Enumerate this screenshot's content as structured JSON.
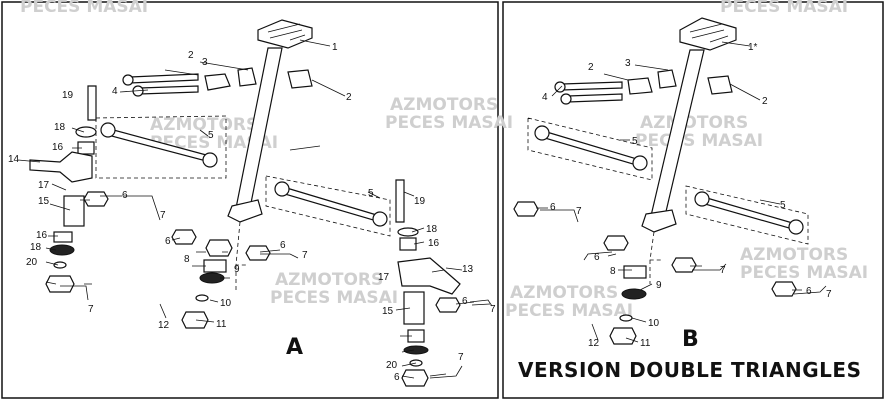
{
  "panels": {
    "a": {
      "letter": "A"
    },
    "b": {
      "letter": "B",
      "caption": "VERSION DOUBLE TRIANGLES"
    }
  },
  "watermarks": [
    {
      "line1": "AZMOTORS",
      "line2": "PECES MASAI"
    }
  ],
  "callouts_a": [
    "1",
    "2",
    "2",
    "3",
    "4",
    "5",
    "5",
    "6",
    "6",
    "6",
    "6",
    "6",
    "7",
    "7",
    "7",
    "7",
    "7",
    "8",
    "9",
    "10",
    "11",
    "12",
    "13",
    "14",
    "15",
    "15",
    "16",
    "16",
    "16",
    "17",
    "17",
    "18",
    "18",
    "18",
    "19",
    "19",
    "20",
    "20"
  ],
  "callouts_b": [
    "1*",
    "2",
    "2",
    "3",
    "4",
    "5",
    "5",
    "6",
    "6",
    "6",
    "7",
    "7",
    "7",
    "8",
    "9",
    "10",
    "11",
    "12"
  ],
  "colors": {
    "line": "#111111",
    "watermark": "#cfcfcf",
    "background": "#ffffff"
  }
}
